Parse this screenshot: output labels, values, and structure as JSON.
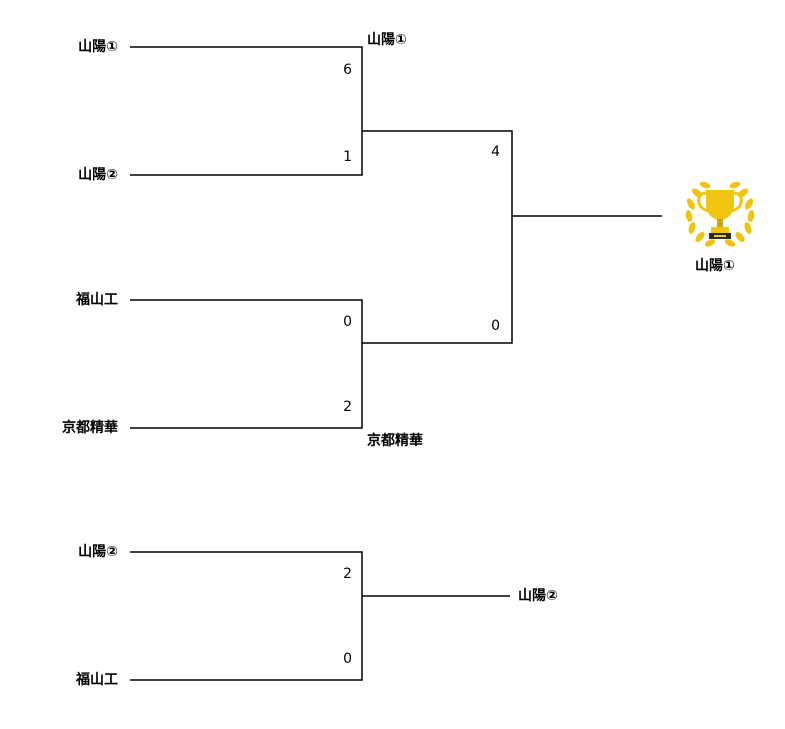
{
  "colors": {
    "line": "#000000",
    "gold": "#f1c40f",
    "gold_dark": "#d4a20a",
    "text": "#000000"
  },
  "icons": {
    "champion": "trophy-icon"
  },
  "main_bracket": {
    "semifinal_1": {
      "team_a": {
        "name": "山陽①",
        "score": "6"
      },
      "team_b": {
        "name": "山陽②",
        "score": "1"
      },
      "winner": "山陽①"
    },
    "semifinal_2": {
      "team_a": {
        "name": "福山工",
        "score": "0"
      },
      "team_b": {
        "name": "京都精華",
        "score": "2"
      },
      "winner": "京都精華"
    },
    "final": {
      "score_top": "4",
      "score_bottom": "0",
      "champion": "山陽①"
    }
  },
  "third_place": {
    "team_a": {
      "name": "山陽②",
      "score": "2"
    },
    "team_b": {
      "name": "福山工",
      "score": "0"
    },
    "winner": "山陽②"
  }
}
